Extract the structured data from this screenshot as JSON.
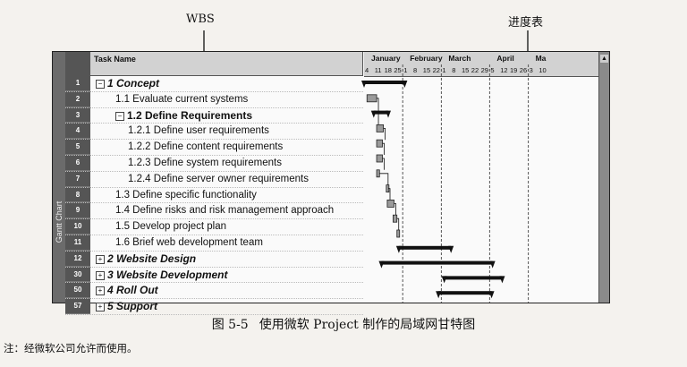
{
  "callouts": {
    "wbs": "WBS",
    "schedule": "进度表"
  },
  "table": {
    "header_task_name": "Task Name",
    "side_label": "Gantt Chart",
    "rows": [
      {
        "id": "1",
        "name": "1 Concept",
        "level": 0,
        "expander": "⊟"
      },
      {
        "id": "2",
        "name": "1.1 Evaluate current systems",
        "level": 1
      },
      {
        "id": "3",
        "name": "1.2 Define Requirements",
        "level": 1,
        "expander": "⊟",
        "bold": true
      },
      {
        "id": "4",
        "name": "1.2.1 Define user requirements",
        "level": 2
      },
      {
        "id": "5",
        "name": "1.2.2 Define content requirements",
        "level": 2
      },
      {
        "id": "6",
        "name": "1.2.3 Define system requirements",
        "level": 2
      },
      {
        "id": "7",
        "name": "1.2.4 Define server owner requirements",
        "level": 2
      },
      {
        "id": "8",
        "name": "1.3 Define specific functionality",
        "level": 1
      },
      {
        "id": "9",
        "name": "1.4 Define risks and risk management approach",
        "level": 1
      },
      {
        "id": "10",
        "name": "1.5 Develop project plan",
        "level": 1
      },
      {
        "id": "11",
        "name": "1.6 Brief  web development team",
        "level": 1
      },
      {
        "id": "12",
        "name": "2 Website Design",
        "level": 0,
        "expander": "⊞"
      },
      {
        "id": "30",
        "name": "3 Website Development",
        "level": 0,
        "expander": "⊞"
      },
      {
        "id": "50",
        "name": "4 Roll Out",
        "level": 0,
        "expander": "⊞"
      },
      {
        "id": "57",
        "name": "5 Support",
        "level": 0,
        "expander": "⊞"
      }
    ]
  },
  "gantt": {
    "months": [
      "January",
      "February",
      "March",
      "April",
      "Ma"
    ],
    "weeks": [
      "4",
      "11",
      "18",
      "25",
      "1",
      "8",
      "15",
      "22",
      "1",
      "8",
      "15",
      "22",
      "29",
      "5",
      "12",
      "19",
      "26",
      "3",
      "10"
    ],
    "summary_bars": [
      {
        "row": 0,
        "start_week": 0,
        "end_week": 4.2
      },
      {
        "row": 2,
        "start_week": 1.0,
        "end_week": 2.5
      },
      {
        "row": 11,
        "start_week": 3.6,
        "end_week": 9.0
      },
      {
        "row": 12,
        "start_week": 1.8,
        "end_week": 13.3
      },
      {
        "row": 13,
        "start_week": 8.3,
        "end_week": 14.3
      },
      {
        "row": 14,
        "start_week": 7.7,
        "end_week": 13.2
      }
    ],
    "task_bars": [
      {
        "row": 1,
        "start_week": 0.3,
        "end_week": 1.3
      },
      {
        "row": 3,
        "start_week": 1.3,
        "end_week": 2.0
      },
      {
        "row": 4,
        "start_week": 1.3,
        "end_week": 1.9
      },
      {
        "row": 5,
        "start_week": 1.3,
        "end_week": 1.9
      },
      {
        "row": 6,
        "start_week": 1.3,
        "end_week": 1.6
      },
      {
        "row": 7,
        "start_week": 2.3,
        "end_week": 2.5
      },
      {
        "row": 8,
        "start_week": 2.4,
        "end_week": 3.1
      },
      {
        "row": 9,
        "start_week": 3.0,
        "end_week": 3.4
      },
      {
        "row": 10,
        "start_week": 3.4,
        "end_week": 3.6
      }
    ]
  },
  "figure_caption": {
    "number": "图 5-5",
    "text": "使用微软 Project 制作的局域网甘特图"
  },
  "note": "注：经微软公司允许而使用。"
}
